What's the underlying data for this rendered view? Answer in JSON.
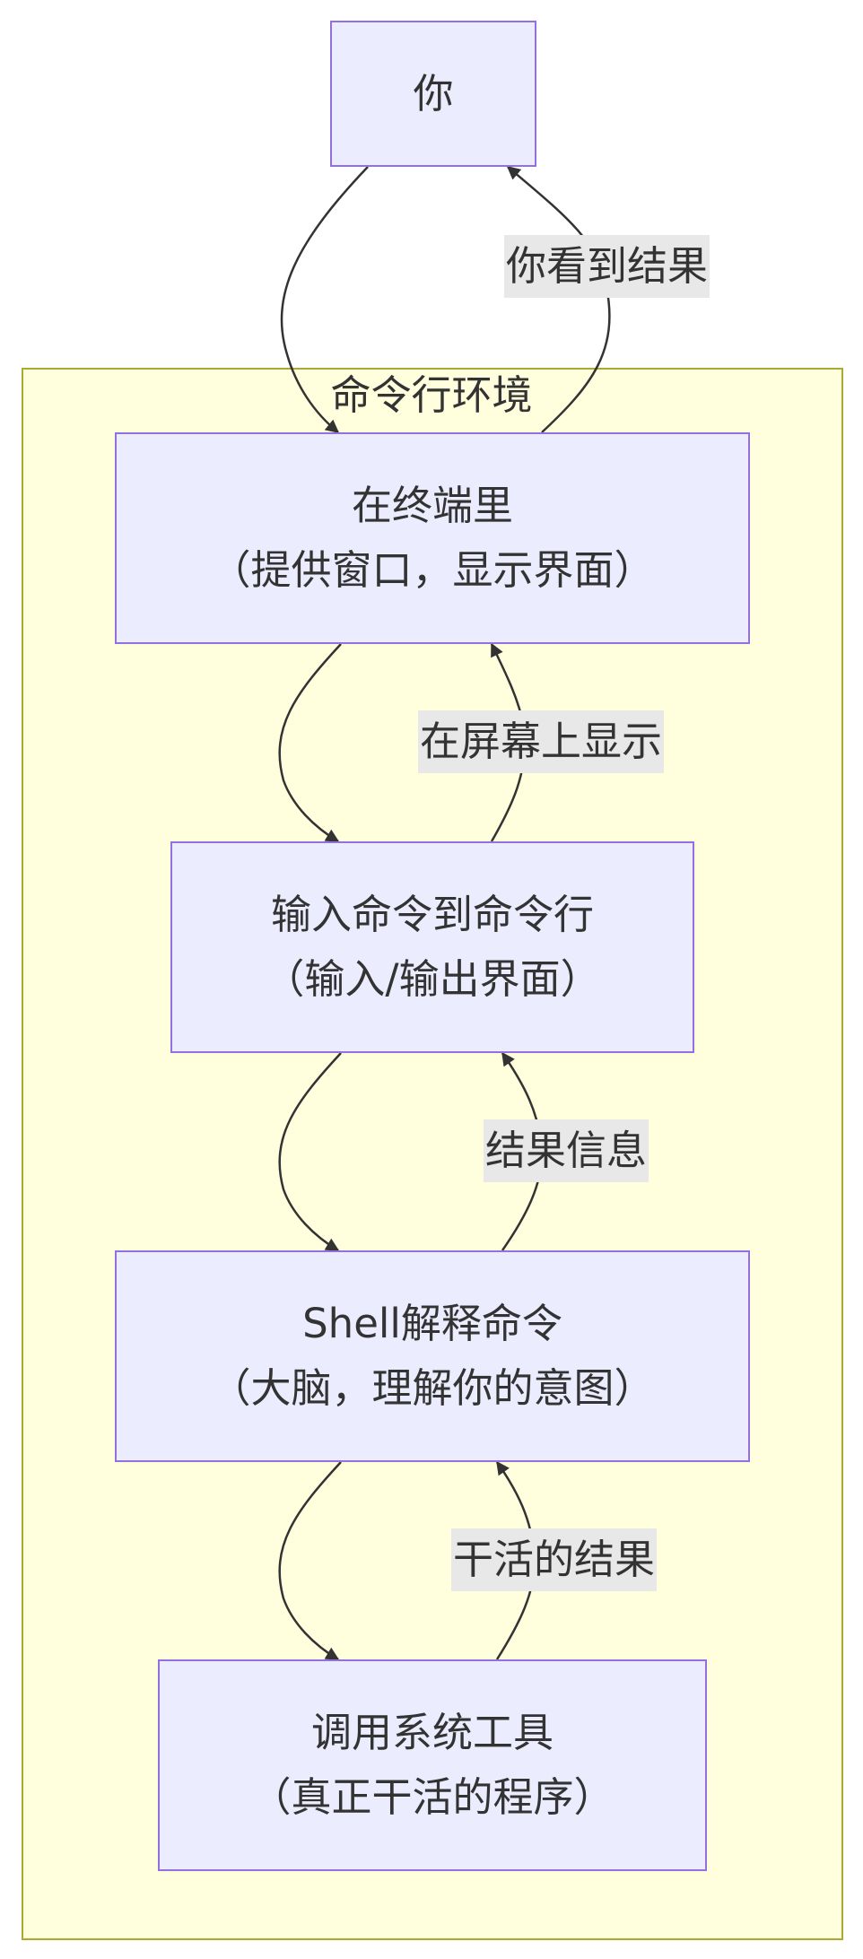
{
  "colors": {
    "node_fill": "#ececff",
    "node_border": "#9370db",
    "subgraph_fill": "#ffffde",
    "subgraph_border": "#aaaa33",
    "edge_label_bg": "#e8e8e8",
    "edge_stroke": "#333333"
  },
  "subgraph": {
    "title": "命令行环境"
  },
  "nodes": {
    "you": "你",
    "terminal": {
      "line1": "在终端里",
      "line2": "（提供窗口，显示界面）"
    },
    "cmdline": {
      "line1": "输入命令到命令行",
      "line2": "（输入/输出界面）"
    },
    "shell": {
      "line1": "Shell解释命令",
      "line2": "（大脑，理解你的意图）"
    },
    "tools": {
      "line1": "调用系统工具",
      "line2": "（真正干活的程序）"
    }
  },
  "edge_labels": {
    "see_result": "你看到结果",
    "show_on_screen": "在屏幕上显示",
    "result_info": "结果信息",
    "work_result": "干活的结果"
  }
}
